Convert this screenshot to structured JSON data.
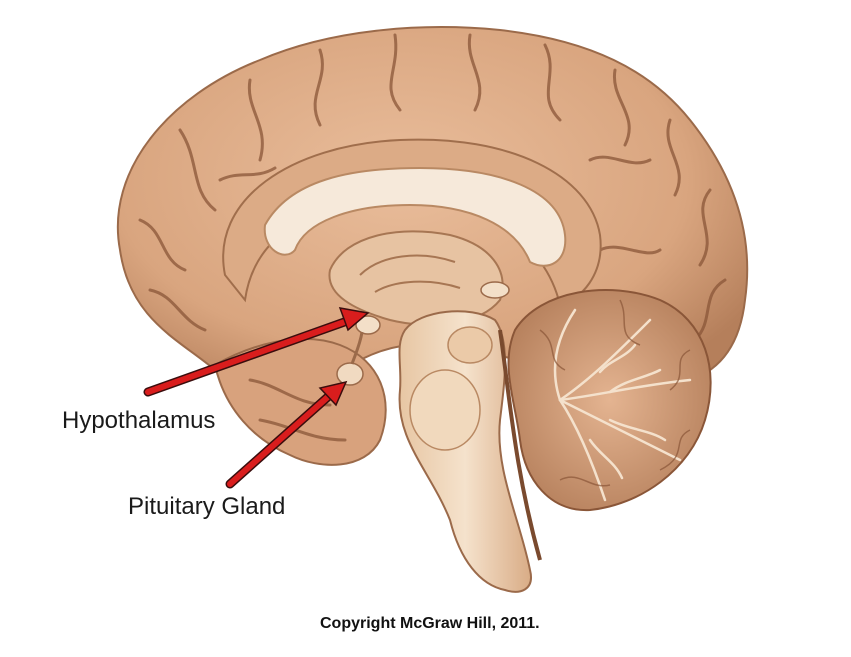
{
  "labels": {
    "hypothalamus": "Hypothalamus",
    "pituitary": "Pituitary Gland"
  },
  "copyright": "Copyright McGraw Hill, 2011.",
  "colors": {
    "cortex": "#dba884",
    "cortex_shadow": "#b7825e",
    "sulcus": "#8a5638",
    "white_matter": "#f6e9da",
    "brainstem": "#edd3b4",
    "cerebellum": "#d6a07c",
    "arrow": "#d91d1d",
    "arrow_outline": "#3a0d0d"
  }
}
